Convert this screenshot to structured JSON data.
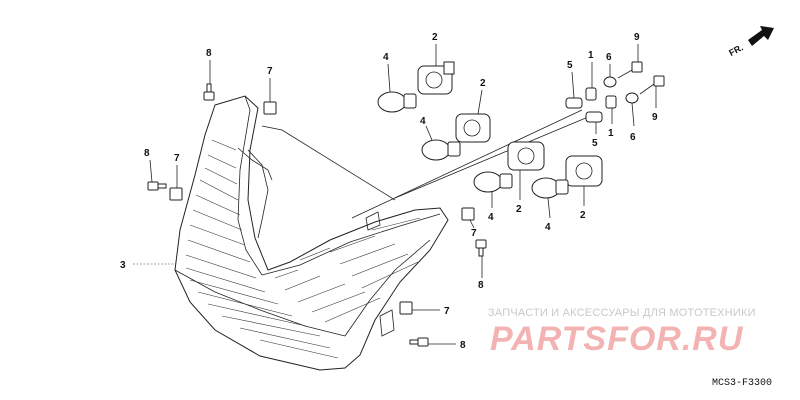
{
  "diagram": {
    "callouts": {
      "c1a": "1",
      "c1b": "1",
      "c2a": "2",
      "c2b": "2",
      "c2c": "2",
      "c2d": "2",
      "c3": "3",
      "c4a": "4",
      "c4b": "4",
      "c4c": "4",
      "c4d": "4",
      "c5a": "5",
      "c5b": "5",
      "c6a": "6",
      "c6b": "6",
      "c7a": "7",
      "c7b": "7",
      "c7c": "7",
      "c7d": "7",
      "c8a": "8",
      "c8b": "8",
      "c8c": "8",
      "c8d": "8",
      "c9a": "9",
      "c9b": "9"
    },
    "direction_label": "FR.",
    "diagram_code": "MCS3-F3300"
  },
  "watermark": {
    "tagline": "ЗАПЧАСТИ И АКСЕССУАРЫ ДЛЯ МОТОТЕХНИКИ",
    "brand": "PARTSFOR.RU"
  }
}
